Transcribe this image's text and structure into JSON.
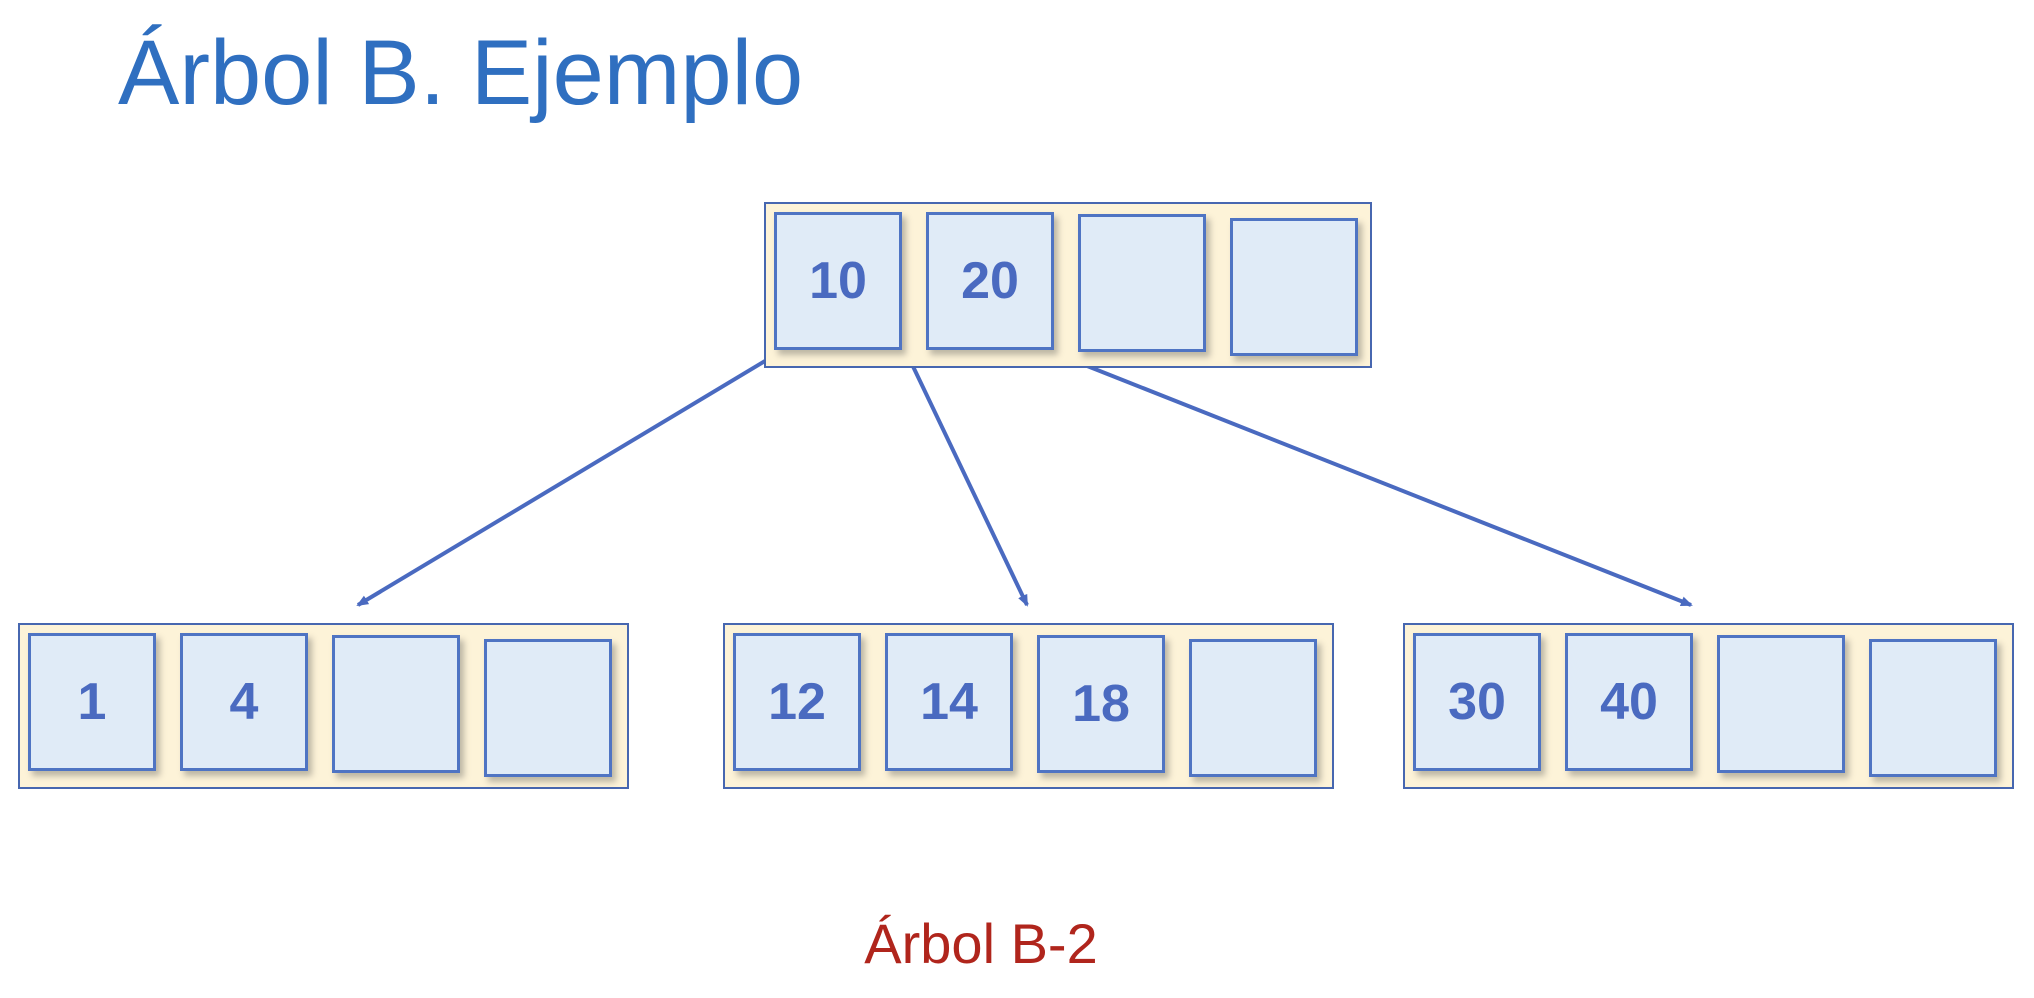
{
  "title": "Árbol B. Ejemplo",
  "caption": "Árbol B-2",
  "colors": {
    "title": "#2f6fc0",
    "caption": "#b0251c",
    "node_fill": "#fdf3d8",
    "node_border": "#4767b0",
    "cell_fill": "#e0ebf7",
    "cell_border": "#4f74c3",
    "key_text": "#4a6ac0",
    "edge": "#4a6ac0"
  },
  "tree": {
    "root": {
      "keys": [
        "10",
        "20",
        "",
        ""
      ]
    },
    "children": [
      {
        "keys": [
          "1",
          "4",
          "",
          ""
        ]
      },
      {
        "keys": [
          "12",
          "14",
          "18",
          ""
        ]
      },
      {
        "keys": [
          "30",
          "40",
          "",
          ""
        ]
      }
    ]
  }
}
